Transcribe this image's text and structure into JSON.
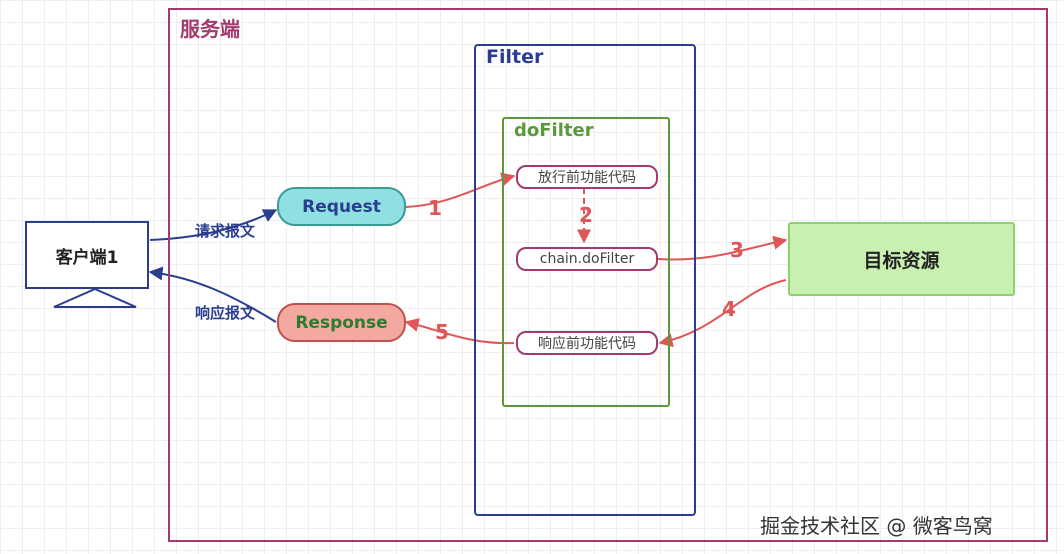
{
  "server": {
    "title": "服务端"
  },
  "filter": {
    "title": "Filter"
  },
  "dofilter": {
    "title": "doFilter"
  },
  "client": {
    "label": "客户端1"
  },
  "request": {
    "label": "Request",
    "arrow_label": "请求报文"
  },
  "response": {
    "label": "Response",
    "arrow_label": "响应报文"
  },
  "steps": {
    "pass": "放行前功能代码",
    "chain": "chain.doFilter",
    "respond": "响应前功能代码"
  },
  "resource": {
    "label": "目标资源"
  },
  "numbers": [
    "1",
    "2",
    "3",
    "4",
    "5"
  ],
  "watermark": "掘金技术社区 @ 微客鸟窝",
  "colors": {
    "server_border": "#a13a6e",
    "filter_border": "#2b3d8f",
    "dofilter_border": "#5a9a3a",
    "flow_arrow": "#e05555",
    "client_arrow": "#2b3d8f",
    "request_fill": "#8fe0e0",
    "response_fill": "#f4a9a0",
    "resource_fill": "#c8f0b0"
  }
}
